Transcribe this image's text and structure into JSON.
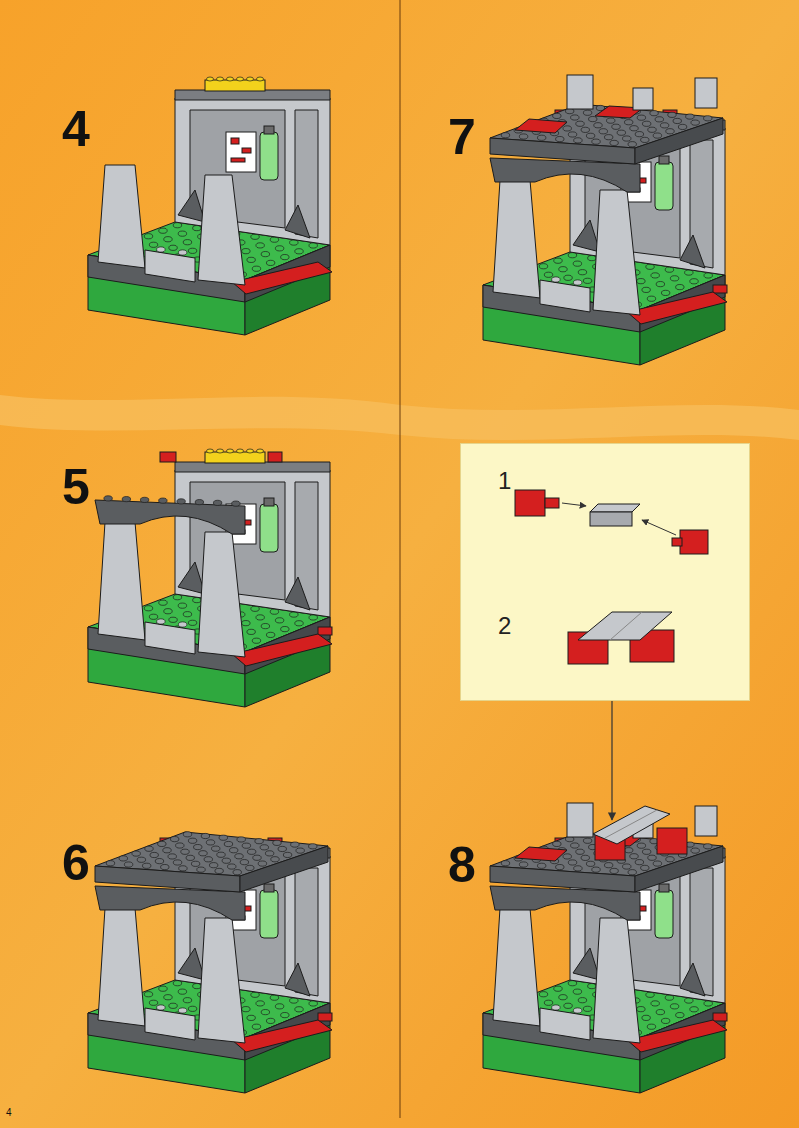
{
  "diagram": {
    "nodes": [
      {
        "text": [
          "1",
          "2"
        ]
      }
    ],
    "labels": [
      "4",
      "5",
      "6",
      "7",
      "8",
      "4"
    ]
  }
}
